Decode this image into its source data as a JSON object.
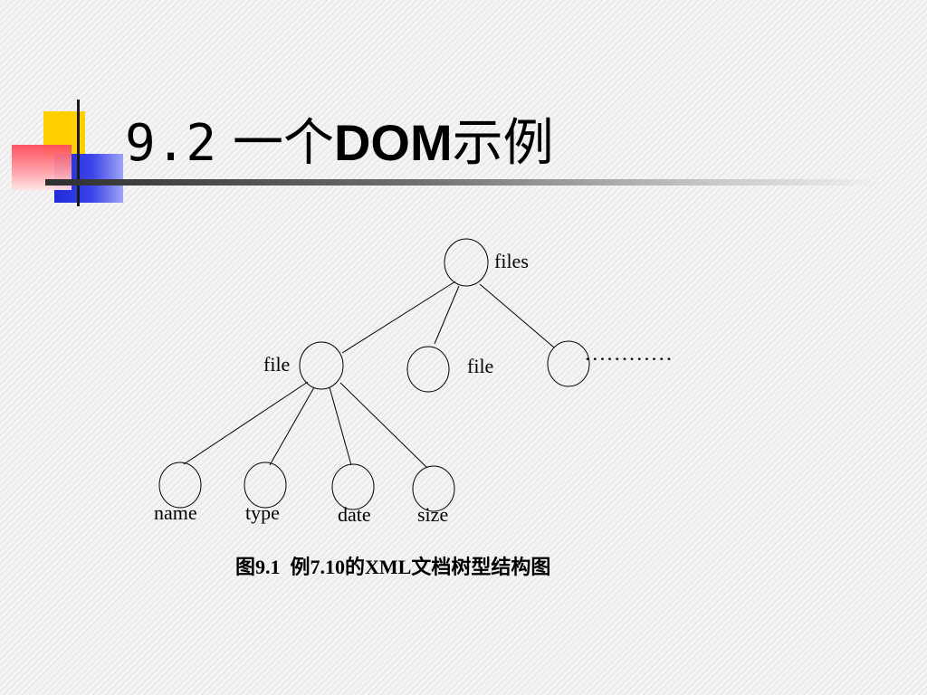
{
  "slide": {
    "title_number": "9.2",
    "title_prefix": "一个",
    "title_dom": "DOM",
    "title_suffix": "示例",
    "caption": "图9.1  例7.10的XML文档树型结构图"
  },
  "tree": {
    "root": {
      "label": "files"
    },
    "children": [
      {
        "label": "file"
      },
      {
        "label": "file"
      },
      {
        "label": "…………"
      }
    ],
    "grandchildren": [
      {
        "label": "name"
      },
      {
        "label": "type"
      },
      {
        "label": "date"
      },
      {
        "label": "size"
      }
    ]
  },
  "colors": {
    "deco_yellow": "#ffd000",
    "deco_blue": "#1f2ad8",
    "deco_red": "#ff4a5a",
    "line": "#000000"
  }
}
